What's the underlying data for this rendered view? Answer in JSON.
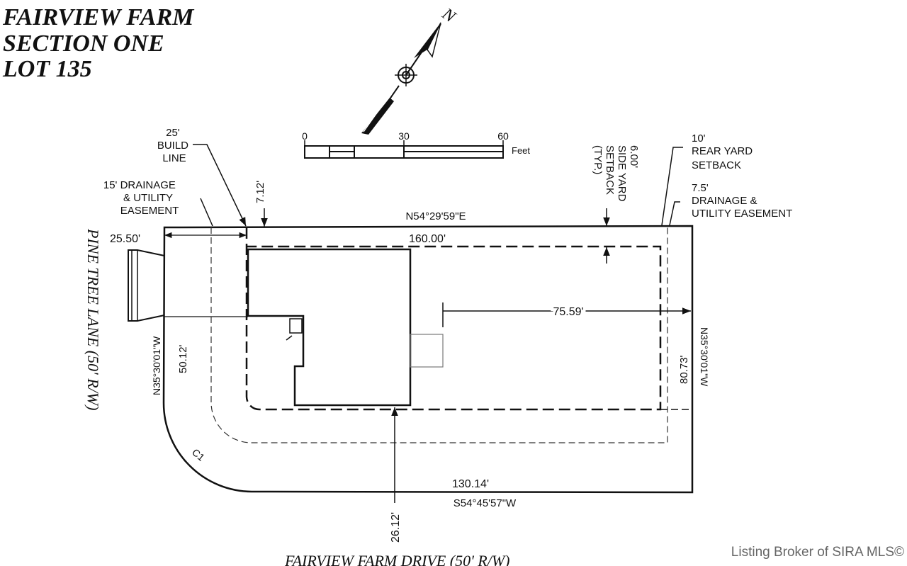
{
  "title": {
    "line1": "FAIRVIEW FARM",
    "line2": "SECTION ONE",
    "line3": "LOT 135"
  },
  "north_label": "N",
  "scale_bar": {
    "tick0": "0",
    "tick30": "30",
    "tick60": "60",
    "unit": "Feet"
  },
  "labels": {
    "build_line": [
      "25'",
      "BUILD",
      "LINE"
    ],
    "drainage_15": [
      "15' DRAINAGE",
      "& UTILITY",
      "EASEMENT"
    ],
    "rear_yard": [
      "10'",
      "REAR YARD",
      "SETBACK"
    ],
    "drainage_75": [
      "7.5'",
      "DRAINAGE &",
      "UTILITY EASEMENT"
    ],
    "side_yard": [
      "6.00'",
      "SIDE YARD",
      "SETBACK",
      "(TYP.)"
    ]
  },
  "dimensions": {
    "dim_7_12": "7.12'",
    "bearing_north": "N54°29'59\"E",
    "len_north": "160.00'",
    "dim_25_50": "25.50'",
    "dim_75_59": "75.59'",
    "bearing_west": "N35°30'01\"W",
    "len_west": "50.12'",
    "bearing_east": "N35°30'01\"W",
    "len_east": "80.73'",
    "curve": "C1",
    "len_south": "130.14'",
    "bearing_south": "S54°45'57\"W",
    "dim_26_12": "26.12'"
  },
  "streets": {
    "west": "PINE TREE LANE (50' R/W)",
    "south": "FAIRVIEW FARM DRIVE (50' R/W)"
  },
  "watermark": "Listing Broker of SIRA MLS©"
}
